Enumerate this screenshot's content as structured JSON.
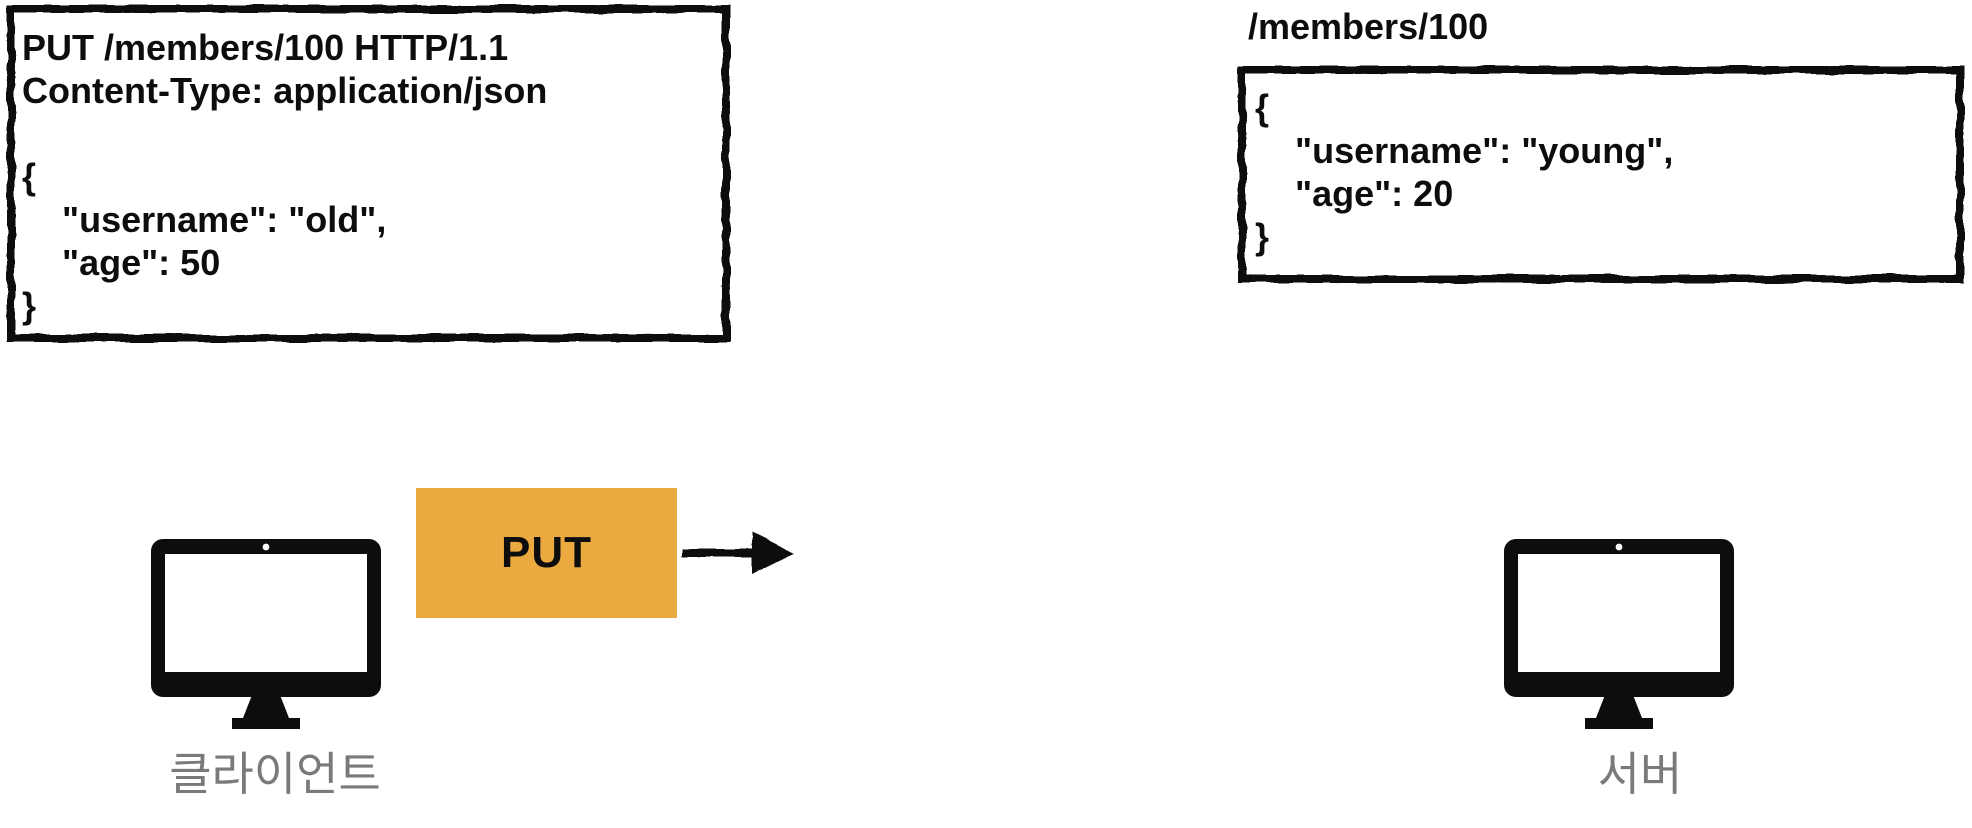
{
  "request_box": {
    "lines": [
      "PUT /members/100 HTTP/1.1",
      "Content-Type: application/json",
      "",
      "{",
      "    \"username\": \"old\",",
      "    \"age\": 50",
      "}"
    ]
  },
  "resource_box": {
    "uri_label": "/members/100",
    "lines": [
      "{",
      "    \"username\": \"young\",",
      "    \"age\": 20",
      "}"
    ]
  },
  "transfer": {
    "method_label": "PUT",
    "arrow_icon": "arrow-right-icon"
  },
  "client": {
    "label": "클라이언트",
    "icon": "monitor-icon"
  },
  "server": {
    "label": "서버",
    "icon": "monitor-icon"
  },
  "colors": {
    "method_badge_bg": "#EBAA40",
    "ink": "#0D0D0D",
    "device_label_gray": "#7A7A7A"
  }
}
